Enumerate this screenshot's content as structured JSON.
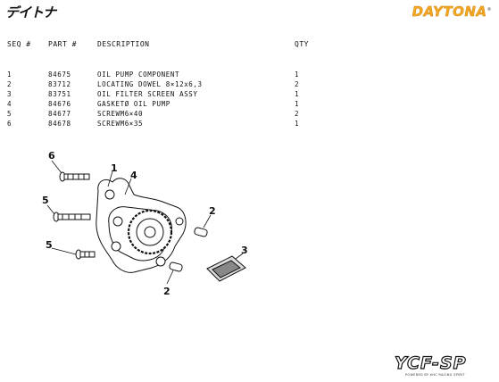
{
  "brand": {
    "logo_left": "デイトナ",
    "logo_right": "DAYTONA",
    "registered": "®"
  },
  "table": {
    "headers": {
      "seq": "SEQ #",
      "part": "PART #",
      "desc": "DESCRIPTION",
      "qty": "QTY"
    },
    "rows": [
      {
        "seq": "1",
        "part": "84675",
        "desc": "OIL PUMP COMPONENT",
        "qty": "1"
      },
      {
        "seq": "2",
        "part": "83712",
        "desc": "LOCATING DOWEL 8×12x6,3",
        "qty": "2"
      },
      {
        "seq": "3",
        "part": "83751",
        "desc": "OIL FILTER SCREEN ASSY",
        "qty": "1"
      },
      {
        "seq": "4",
        "part": "84676",
        "desc": "GASKETØ OIL PUMP",
        "qty": "1"
      },
      {
        "seq": "5",
        "part": "84677",
        "desc": "SCREWM6×40",
        "qty": "2"
      },
      {
        "seq": "6",
        "part": "84678",
        "desc": "SCREWM6×35",
        "qty": "1"
      }
    ]
  },
  "diagram": {
    "callouts": {
      "c1": "1",
      "c2a": "2",
      "c2b": "2",
      "c3": "3",
      "c4": "4",
      "c5a": "5",
      "c5b": "5",
      "c6": "6"
    }
  },
  "footer": {
    "logo": "YCF-SP",
    "tagline": "POWERED BY KHC RACING SPIRIT"
  }
}
